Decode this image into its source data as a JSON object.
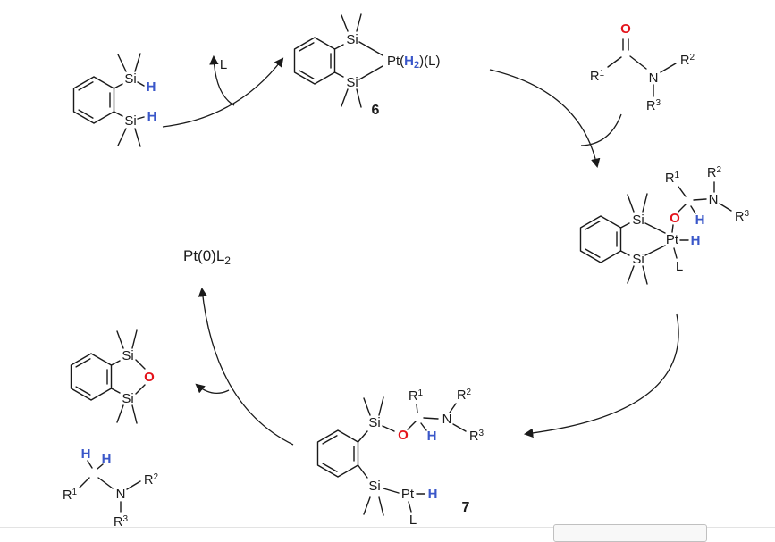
{
  "scheme": {
    "title_hint": "Pt-catalyzed amide hydrosilylation catalytic cycle",
    "atoms": {
      "si": "Si",
      "pt": "Pt",
      "o": "O",
      "n": "N",
      "h": "H",
      "l": "L"
    },
    "r_groups": {
      "r": "R",
      "sup1": "1",
      "sup2": "2",
      "sup3": "3"
    },
    "catalyst": {
      "text": "Pt(0)L",
      "sub": "2"
    },
    "ligand_release_label": "L",
    "compound6": {
      "number": "6",
      "pt_prefix": "Pt(",
      "h": "H",
      "h_sub": "2",
      "suffix": ")(L)"
    },
    "compound7": {
      "number": "7"
    },
    "colors": {
      "oxygen_red": "#e4131b",
      "hydride_blue": "#3a57c9",
      "bond_black": "#1a1a1a"
    }
  }
}
